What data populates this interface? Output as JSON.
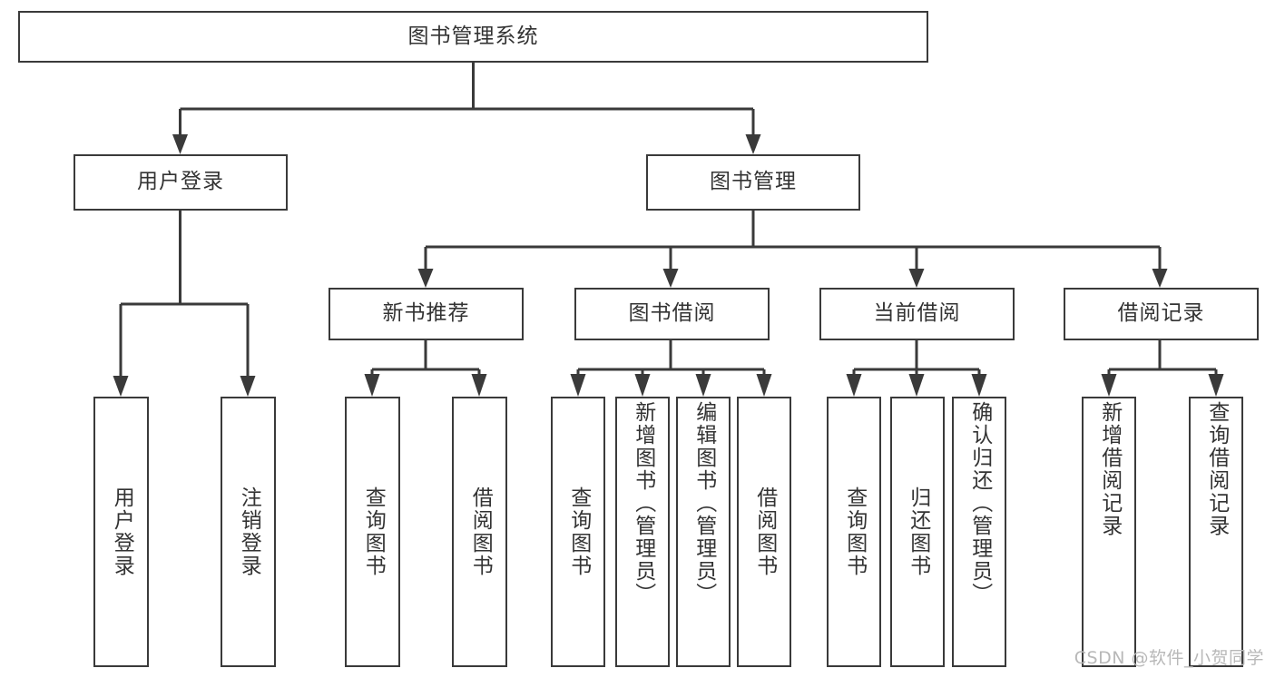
{
  "diagram": {
    "type": "tree",
    "title": "图书管理系统",
    "stroke_color": "#3a3a3a",
    "text_color": "#333333",
    "background_color": "#ffffff",
    "root": {
      "id": "root",
      "label": "图书管理系统",
      "orientation": "horizontal"
    },
    "level2": [
      {
        "id": "user-login",
        "label": "用户登录",
        "orientation": "horizontal"
      },
      {
        "id": "book-manage",
        "label": "图书管理",
        "orientation": "horizontal"
      }
    ],
    "level3": [
      {
        "id": "new-book-recommend",
        "label": "新书推荐",
        "orientation": "horizontal",
        "parent": "book-manage"
      },
      {
        "id": "book-borrow",
        "label": "图书借阅",
        "orientation": "horizontal",
        "parent": "book-manage"
      },
      {
        "id": "current-borrow",
        "label": "当前借阅",
        "orientation": "horizontal",
        "parent": "book-manage"
      },
      {
        "id": "borrow-record",
        "label": "借阅记录",
        "orientation": "horizontal",
        "parent": "book-manage"
      }
    ],
    "leaves": [
      {
        "id": "leaf-user-login",
        "label": "用户登录",
        "orientation": "vertical",
        "parent": "user-login"
      },
      {
        "id": "leaf-user-logout",
        "label": "注销登录",
        "orientation": "vertical",
        "parent": "user-login"
      },
      {
        "id": "leaf-query-book-1",
        "label": "查询图书",
        "orientation": "vertical",
        "parent": "new-book-recommend"
      },
      {
        "id": "leaf-borrow-book-1",
        "label": "借阅图书",
        "orientation": "vertical",
        "parent": "new-book-recommend"
      },
      {
        "id": "leaf-query-book-2",
        "label": "查询图书",
        "orientation": "vertical",
        "parent": "book-borrow"
      },
      {
        "id": "leaf-add-book",
        "label": "新增图书（管理员）",
        "orientation": "vertical",
        "parent": "book-borrow"
      },
      {
        "id": "leaf-edit-book",
        "label": "编辑图书（管理员）",
        "orientation": "vertical",
        "parent": "book-borrow"
      },
      {
        "id": "leaf-borrow-book-2",
        "label": "借阅图书",
        "orientation": "vertical",
        "parent": "book-borrow"
      },
      {
        "id": "leaf-query-book-3",
        "label": "查询图书",
        "orientation": "vertical",
        "parent": "current-borrow"
      },
      {
        "id": "leaf-return-book",
        "label": "归还图书",
        "orientation": "vertical",
        "parent": "current-borrow"
      },
      {
        "id": "leaf-confirm-return",
        "label": "确认归还（管理员）",
        "orientation": "vertical",
        "parent": "current-borrow"
      },
      {
        "id": "leaf-add-record",
        "label": "新增借阅记录",
        "orientation": "vertical",
        "parent": "borrow-record"
      },
      {
        "id": "leaf-query-record",
        "label": "查询借阅记录",
        "orientation": "vertical",
        "parent": "borrow-record"
      }
    ]
  },
  "watermark": {
    "text": "CSDN @软件_小贺同学"
  }
}
